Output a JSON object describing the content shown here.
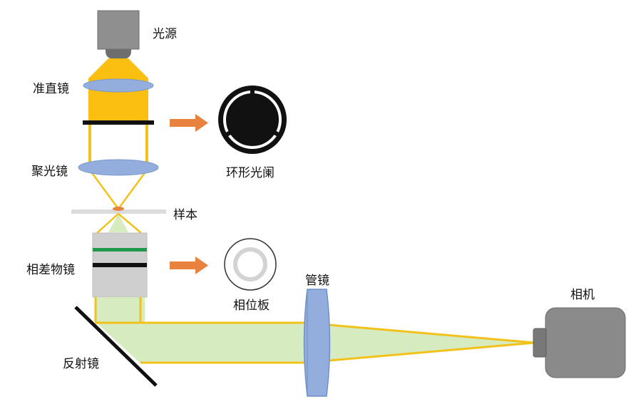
{
  "labels": {
    "light_source": "光源",
    "collimator": "准直镜",
    "condenser": "聚光镜",
    "annular_aperture": "环形光阑",
    "sample": "样本",
    "phase_objective": "相差物镜",
    "phase_plate": "相位板",
    "tube_lens": "管镜",
    "mirror": "反射镜",
    "camera": "相机"
  },
  "colors": {
    "illumination_beam": "#fbbf12",
    "beam_edge": "#f2c21b",
    "imaging_beam": "#d7ebc0",
    "lens": "#93aedd",
    "lens_edge": "#6f8fc6",
    "housing": "#8f8f8f",
    "objective_body": "#cfcfcf",
    "arrow": "#e8823e",
    "green_ring": "#1e9a4a",
    "sample": "#e6843f"
  },
  "icons": {
    "pointer_arrows": "right-arrow",
    "annular_aperture_symbol": "annular-ring-with-opaque-center",
    "phase_plate_symbol": "phase-ring"
  }
}
